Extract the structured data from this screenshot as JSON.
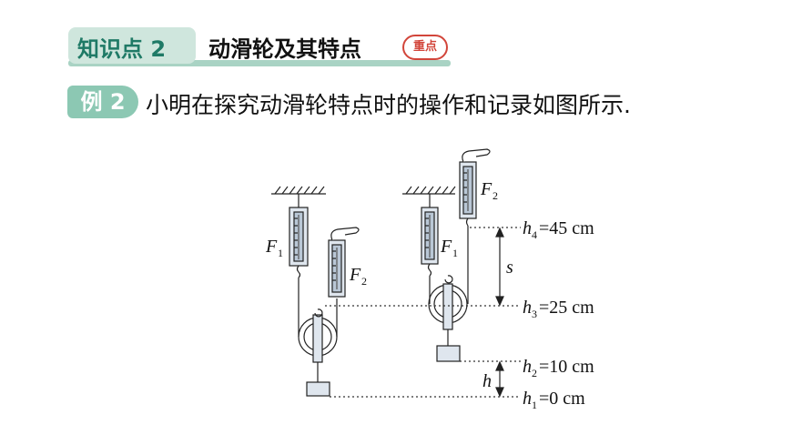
{
  "header": {
    "knowledge_point": "知识点 2",
    "title": "动滑轮及其特点",
    "key_stamp": "重点"
  },
  "example": {
    "badge": "例 2",
    "text": "小明在探究动滑轮特点时的操作和记录如图所示."
  },
  "figure": {
    "force1": {
      "letter": "F",
      "sub": "1"
    },
    "force2": {
      "letter": "F",
      "sub": "2"
    },
    "s_label": "s",
    "h_label": "h",
    "heights": [
      {
        "letter": "h",
        "sub": "4",
        "value": "=45 cm"
      },
      {
        "letter": "h",
        "sub": "3",
        "value": "=25 cm"
      },
      {
        "letter": "h",
        "sub": "2",
        "value": "=10 cm"
      },
      {
        "letter": "h",
        "sub": "1",
        "value": "=0 cm"
      }
    ]
  }
}
